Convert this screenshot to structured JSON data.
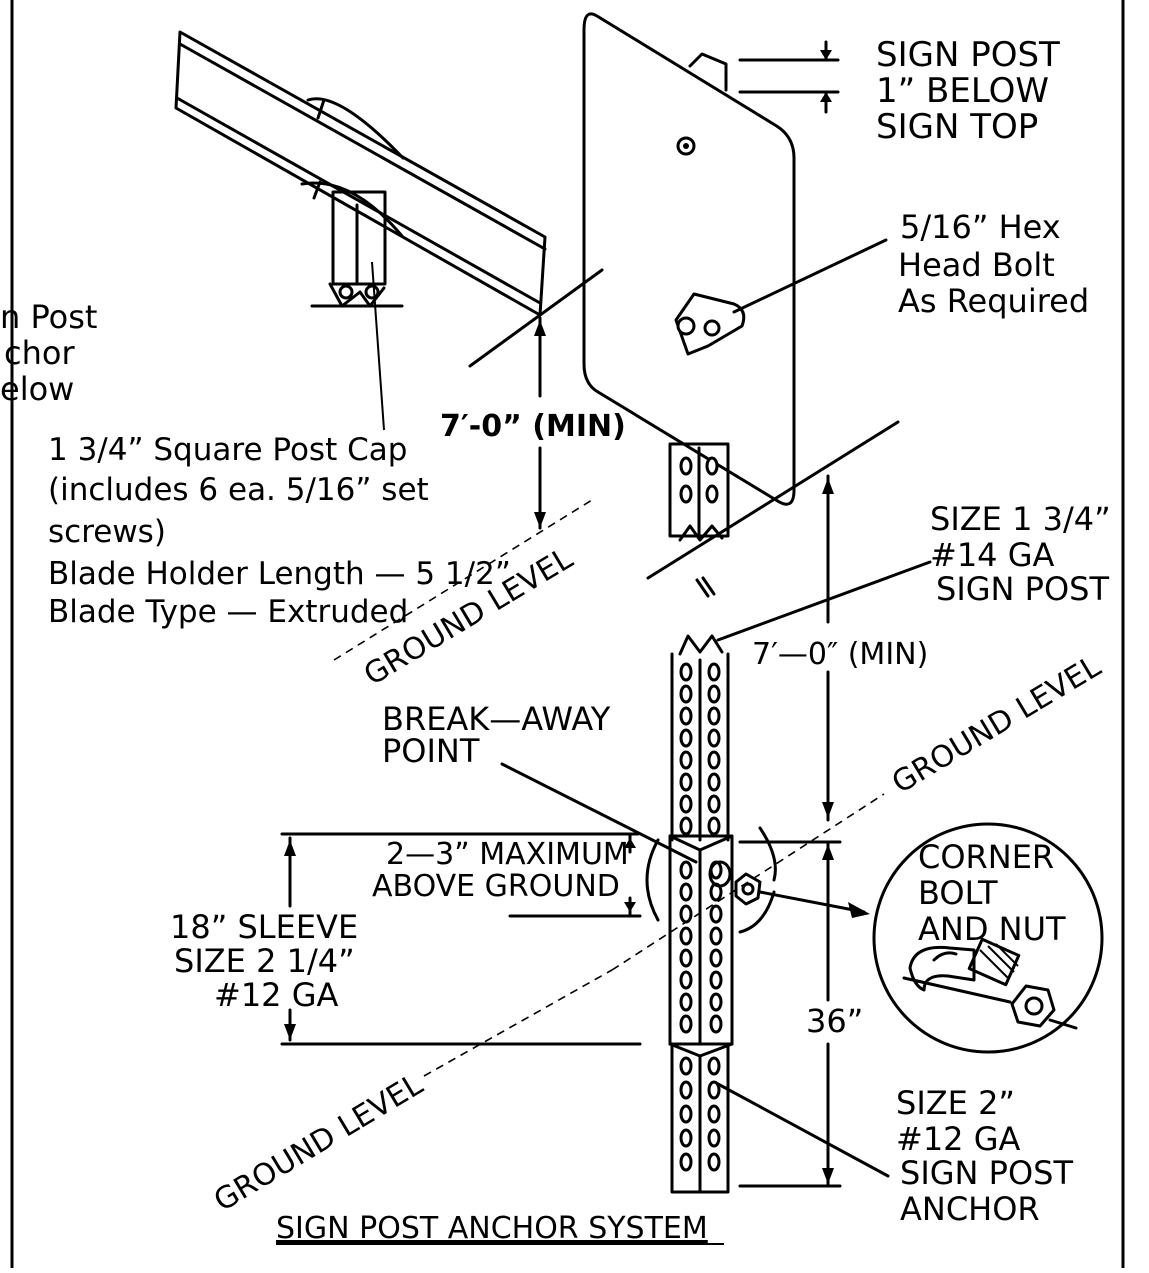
{
  "labels": {
    "sign_post_top": [
      "SIGN POST",
      "1” BELOW",
      "SIGN TOP"
    ],
    "hex_bolt": [
      "5/16” Hex",
      "Head Bolt",
      "As Required"
    ],
    "post_anchor_cut": [
      "n Post",
      "chor",
      "elow"
    ],
    "post_cap": [
      "1 3/4” Square Post Cap",
      "(includes 6 ea. 5/16” set",
      "screws)",
      "Blade Holder Length — 5 1/2”",
      "Blade Type — Extruded"
    ],
    "size_post": [
      "SIZE 1 3/4”",
      "#14 GA",
      "SIGN POST"
    ],
    "min_height_upper": "7′-0” (MIN)",
    "min_height_lower": "7′—0″ (MIN)",
    "ground_level_upper": "GROUND LEVEL",
    "ground_level_right": "GROUND LEVEL",
    "ground_level_lower": "GROUND LEVEL",
    "break_away": [
      "BREAK—AWAY",
      "POINT"
    ],
    "max_above_ground": [
      "2—3” MAXIMUM",
      "ABOVE GROUND"
    ],
    "sleeve": [
      "18” SLEEVE",
      "SIZE 2 1/4”",
      "#12 GA"
    ],
    "corner_bolt": [
      "CORNER",
      "BOLT",
      "AND NUT"
    ],
    "depth": "36”",
    "anchor": [
      "SIZE 2”",
      "#12 GA",
      "SIGN POST",
      "ANCHOR"
    ],
    "title": "SIGN POST ANCHOR SYSTEM"
  }
}
